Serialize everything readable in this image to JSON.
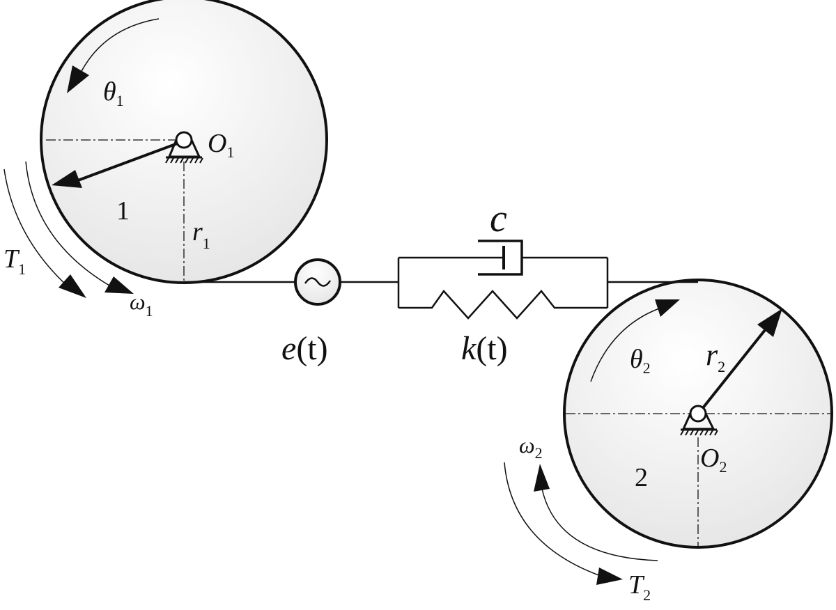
{
  "diagram": {
    "gear1": {
      "number": "1",
      "theta": {
        "sym": "θ",
        "sub": "1"
      },
      "omega": {
        "sym": "ω",
        "sub": "1"
      },
      "torque": {
        "sym": "T",
        "sub": "1"
      },
      "center": {
        "sym": "O",
        "sub": "1"
      },
      "radius": {
        "sym": "r",
        "sub": "1"
      }
    },
    "gear2": {
      "number": "2",
      "theta": {
        "sym": "θ",
        "sub": "2"
      },
      "omega": {
        "sym": "ω",
        "sub": "2"
      },
      "torque": {
        "sym": "T",
        "sub": "2"
      },
      "center": {
        "sym": "O",
        "sub": "2"
      },
      "radius": {
        "sym": "r",
        "sub": "2"
      }
    },
    "excitation": {
      "sym": "e",
      "arg": "(t)"
    },
    "damper": {
      "sym": "c"
    },
    "spring": {
      "sym": "k",
      "arg": "(t)"
    },
    "colors": {
      "stroke": "#111111",
      "fill_light": "#ffffff",
      "fill_dark": "#e3e3e3"
    }
  }
}
